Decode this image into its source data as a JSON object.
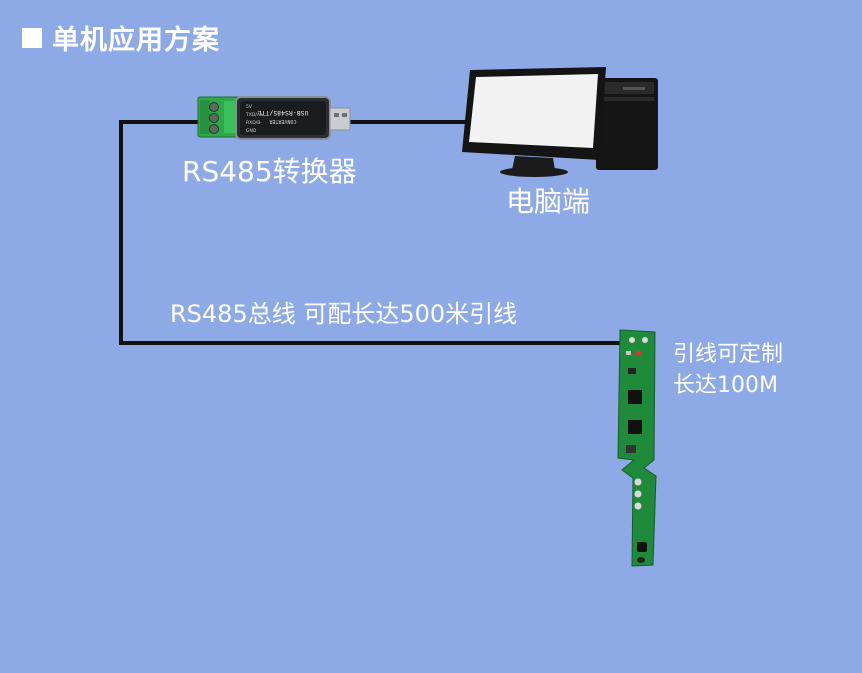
{
  "title": "单机应用方案",
  "converter": {
    "label": "RS485转换器",
    "silkscreen_top": "USB-RS485/TTL",
    "silkscreen_sub": "CONVERTER",
    "pins": [
      "5V",
      "TXD/A+",
      "RXD/B-",
      "GND"
    ]
  },
  "pc": {
    "label": "电脑端"
  },
  "bus": {
    "label": "RS485总线 可配长达500米引线"
  },
  "sensor": {
    "lead_line1": "引线可定制",
    "lead_line2": "长达100M"
  },
  "colors": {
    "background": "#8eaae6",
    "wire": "#111111",
    "terminal_green": "#2fa84a",
    "pcb_green": "#1f8a3a"
  }
}
